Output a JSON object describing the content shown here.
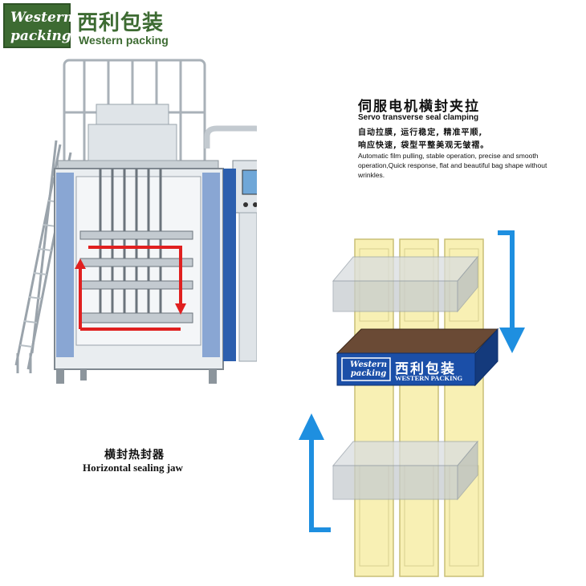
{
  "logo": {
    "line1": "Western",
    "line2": "packing"
  },
  "brand": {
    "cn": "西利包装",
    "en": "Western packing"
  },
  "servo": {
    "title_cn": "伺服电机横封夹拉",
    "title_en": "Servo transverse seal clamping",
    "desc_cn_1": "自动拉膜, 运行稳定, 精准平顺,",
    "desc_cn_2": "响应快速, 袋型平整美观无皱褶。",
    "desc_en": "Automatic film pulling, stable operation, precise and smooth operation,Quick response, flat and beautiful bag shape without wrinkles."
  },
  "jaw_caption": {
    "cn": "横封热封器",
    "en": "Horizontal sealing jaw"
  },
  "jaw_label": {
    "line1": "Western",
    "line2": "packing",
    "cn": "西利包装",
    "en": "WESTERN PACKING"
  },
  "colors": {
    "brand_green": "#3d6b32",
    "arrow_blue": "#1e8fe0",
    "arrow_red": "#e02020",
    "jaw_blue": "#1b4fa8",
    "film_yellow": "#f8f0b4"
  }
}
